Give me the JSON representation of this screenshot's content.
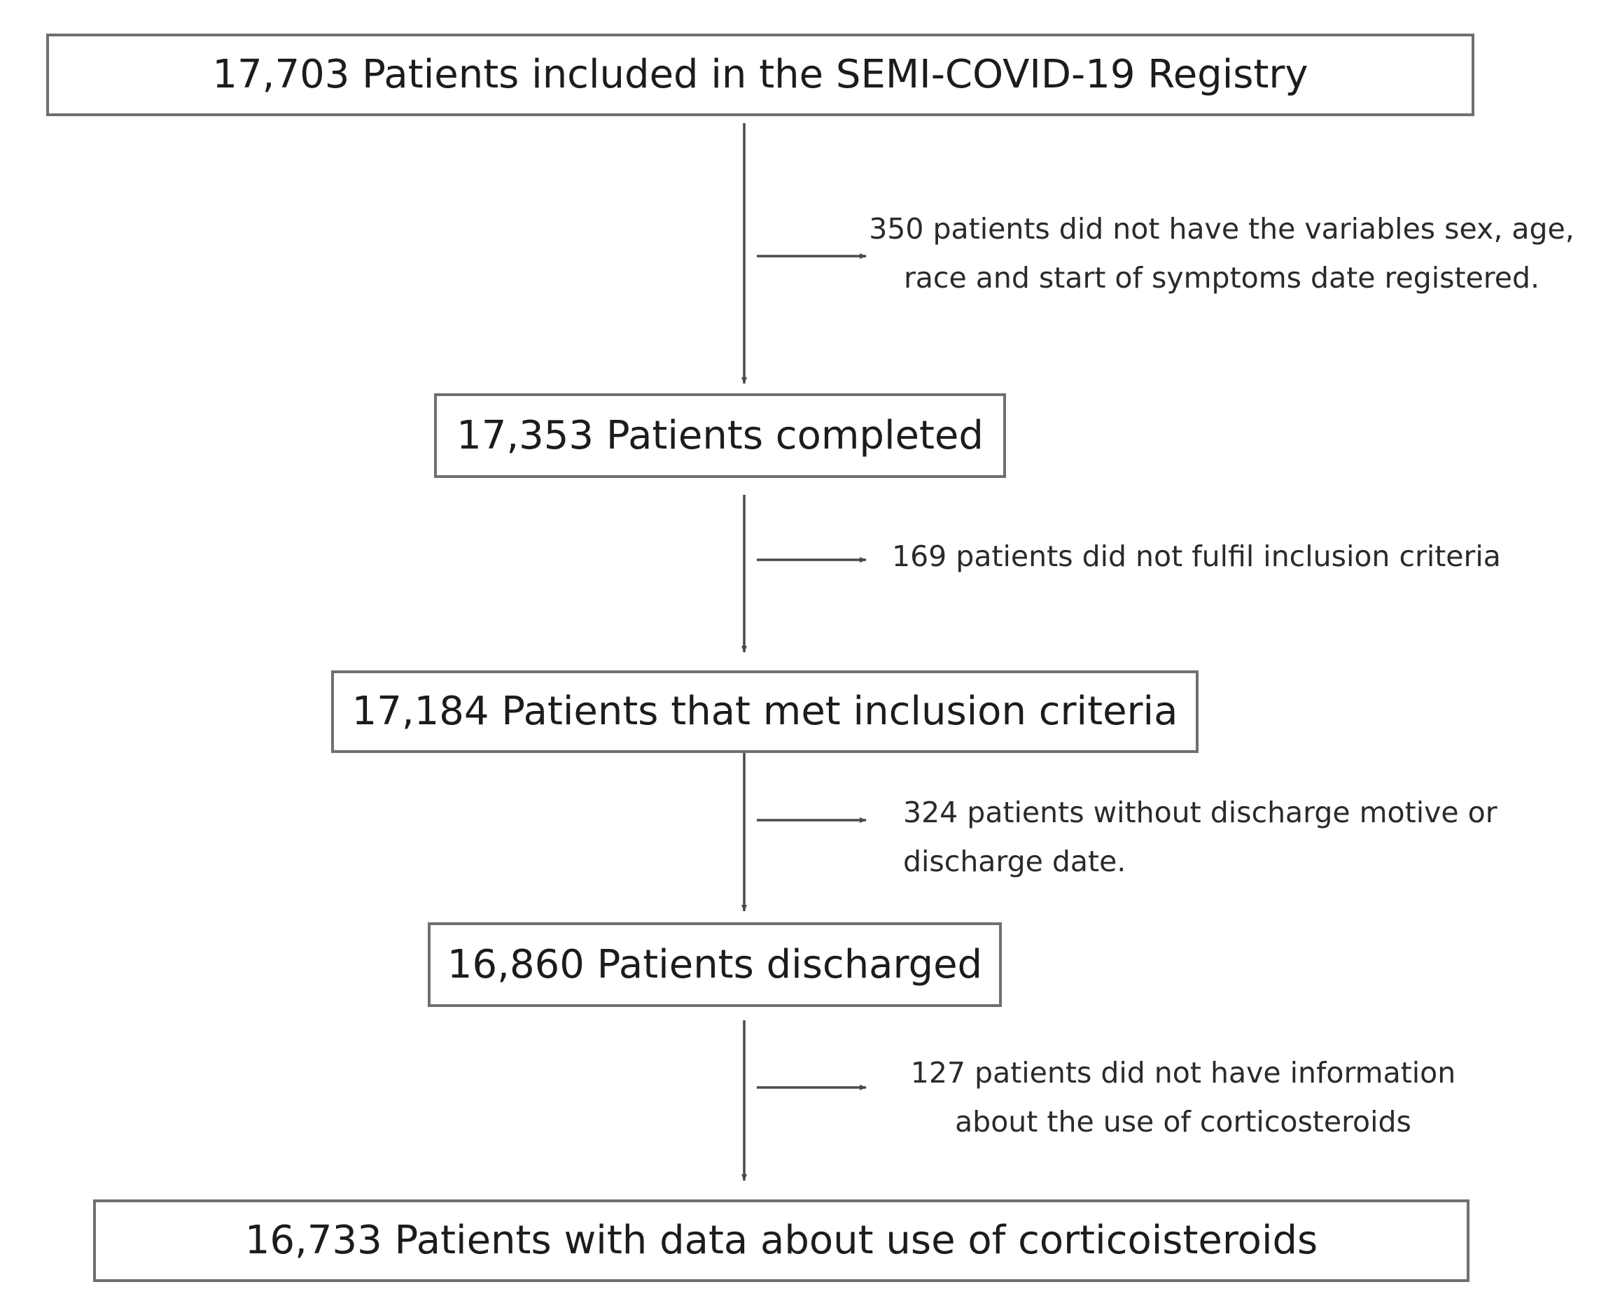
{
  "boxes": {
    "registry": "17,703 Patients included in the SEMI-COVID-19 Registry",
    "completed": "17,353 Patients completed",
    "met_criteria": "17,184 Patients that met inclusion criteria",
    "discharged": "16,860 Patients discharged",
    "final": "16,733 Patients with data about use of corticoisteroids"
  },
  "exclusions": {
    "missing_variables": {
      "line1": "350 patients did not have the variables sex, age,",
      "line2": "race and start of symptoms date registered."
    },
    "not_fulfil": {
      "line1": "169 patients did not fulfil inclusion criteria"
    },
    "no_discharge": {
      "line1": "324 patients without discharge motive or",
      "line2": "discharge date."
    },
    "no_corticosteroid_info": {
      "line1": "127 patients did not have information",
      "line2": "about the use of corticosteroids"
    }
  }
}
